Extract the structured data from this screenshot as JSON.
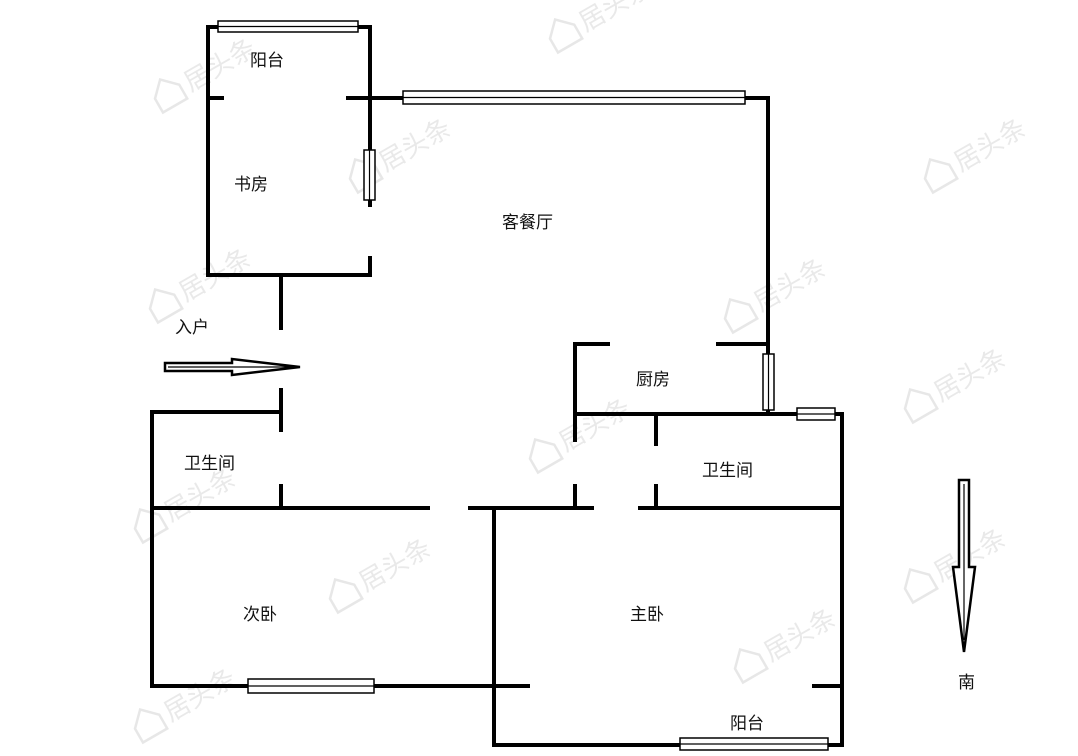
{
  "rooms": {
    "balcony_north": "阳台",
    "study": "书房",
    "living_dining": "客餐厅",
    "entrance": "入户",
    "kitchen": "厨房",
    "bathroom_left": "卫生间",
    "bathroom_right": "卫生间",
    "second_bedroom": "次卧",
    "master_bedroom": "主卧",
    "balcony_south": "阳台"
  },
  "compass": {
    "label": "南",
    "direction": "down"
  },
  "watermark": {
    "text": "居头条",
    "icon": "house-logo-icon",
    "color": "#cfcfcf"
  },
  "colors": {
    "wall": "#000000",
    "background": "#ffffff"
  }
}
